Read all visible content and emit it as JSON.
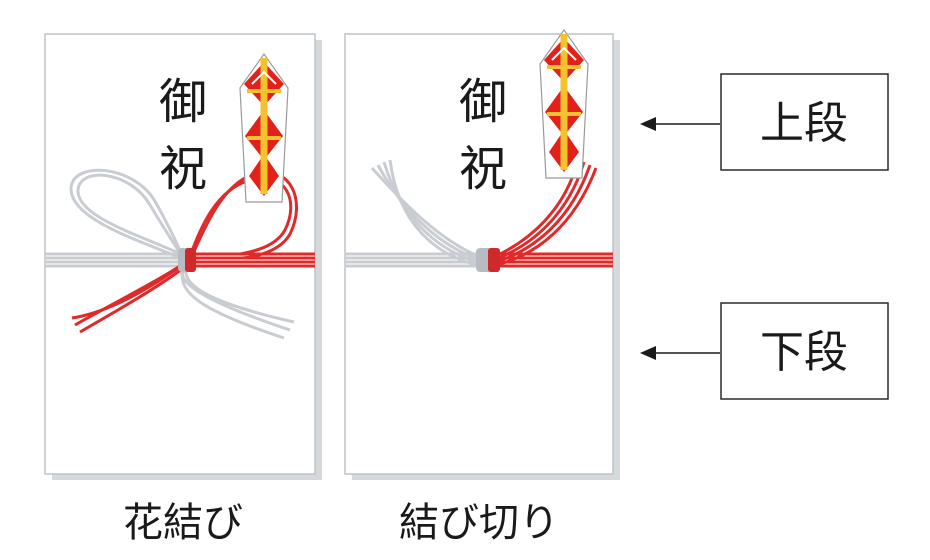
{
  "envelopes": [
    {
      "title_top": "御",
      "title_bottom": "祝",
      "caption": "花結び"
    },
    {
      "title_top": "御",
      "title_bottom": "祝",
      "caption": "結び切り"
    }
  ],
  "labels": {
    "upper": "上段",
    "lower": "下段"
  },
  "colors": {
    "red_cord": "#e02a2a",
    "silver_cord": "#c9cdd2",
    "noshi_red": "#e3211b",
    "noshi_gold": "#f2c230",
    "border": "#bfc3c7"
  }
}
